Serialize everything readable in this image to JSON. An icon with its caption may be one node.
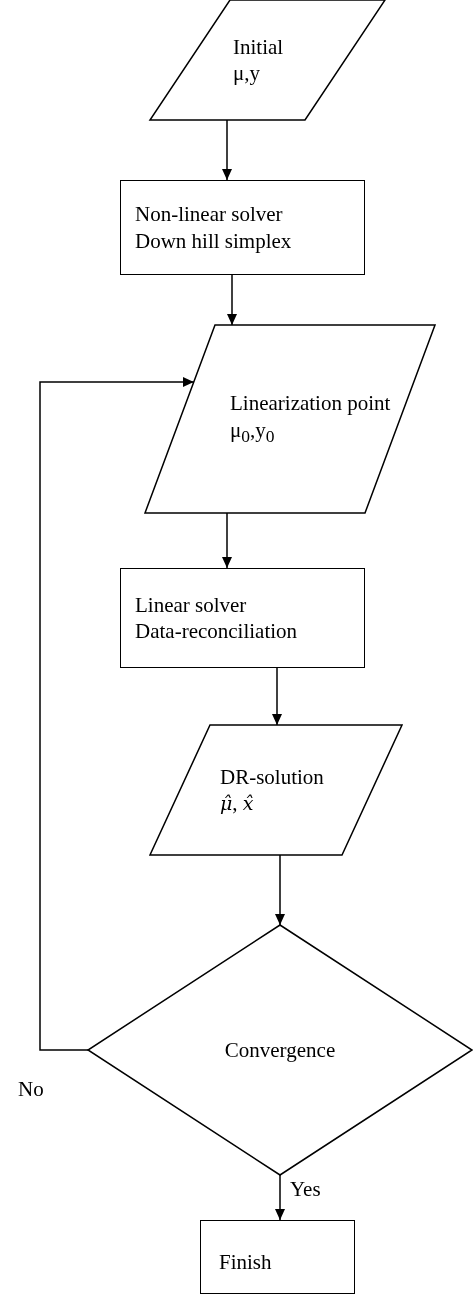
{
  "diagram": {
    "nodes": [
      {
        "text": [
          "Initial",
          "μ,y"
        ]
      },
      {
        "text": [
          "Non-linear solver",
          "Down hill simplex"
        ]
      },
      {
        "text": [
          "Linearization point",
          "μ$_{0}$,y$_{0}$"
        ]
      },
      {
        "text": [
          "Linear solver",
          "Data-reconciliation"
        ]
      },
      {
        "text": [
          "DR-solution",
          "*μ̂*, *x̂*"
        ]
      },
      {
        "text": [
          "Convergence"
        ]
      },
      {
        "text": [
          "Finish"
        ]
      }
    ],
    "edges": [
      {
        "from": 0,
        "to": 1,
        "arrow": "to"
      },
      {
        "from": 1,
        "to": 2,
        "arrow": "to"
      },
      {
        "from": 2,
        "to": 3,
        "arrow": "to"
      },
      {
        "from": 3,
        "to": 4,
        "arrow": "to"
      },
      {
        "from": 4,
        "to": 5,
        "arrow": "to"
      },
      {
        "from": 5,
        "to": 2,
        "arrow": "to",
        "label": "No"
      },
      {
        "from": 5,
        "to": 6,
        "arrow": "to",
        "label": "Yes"
      }
    ]
  }
}
